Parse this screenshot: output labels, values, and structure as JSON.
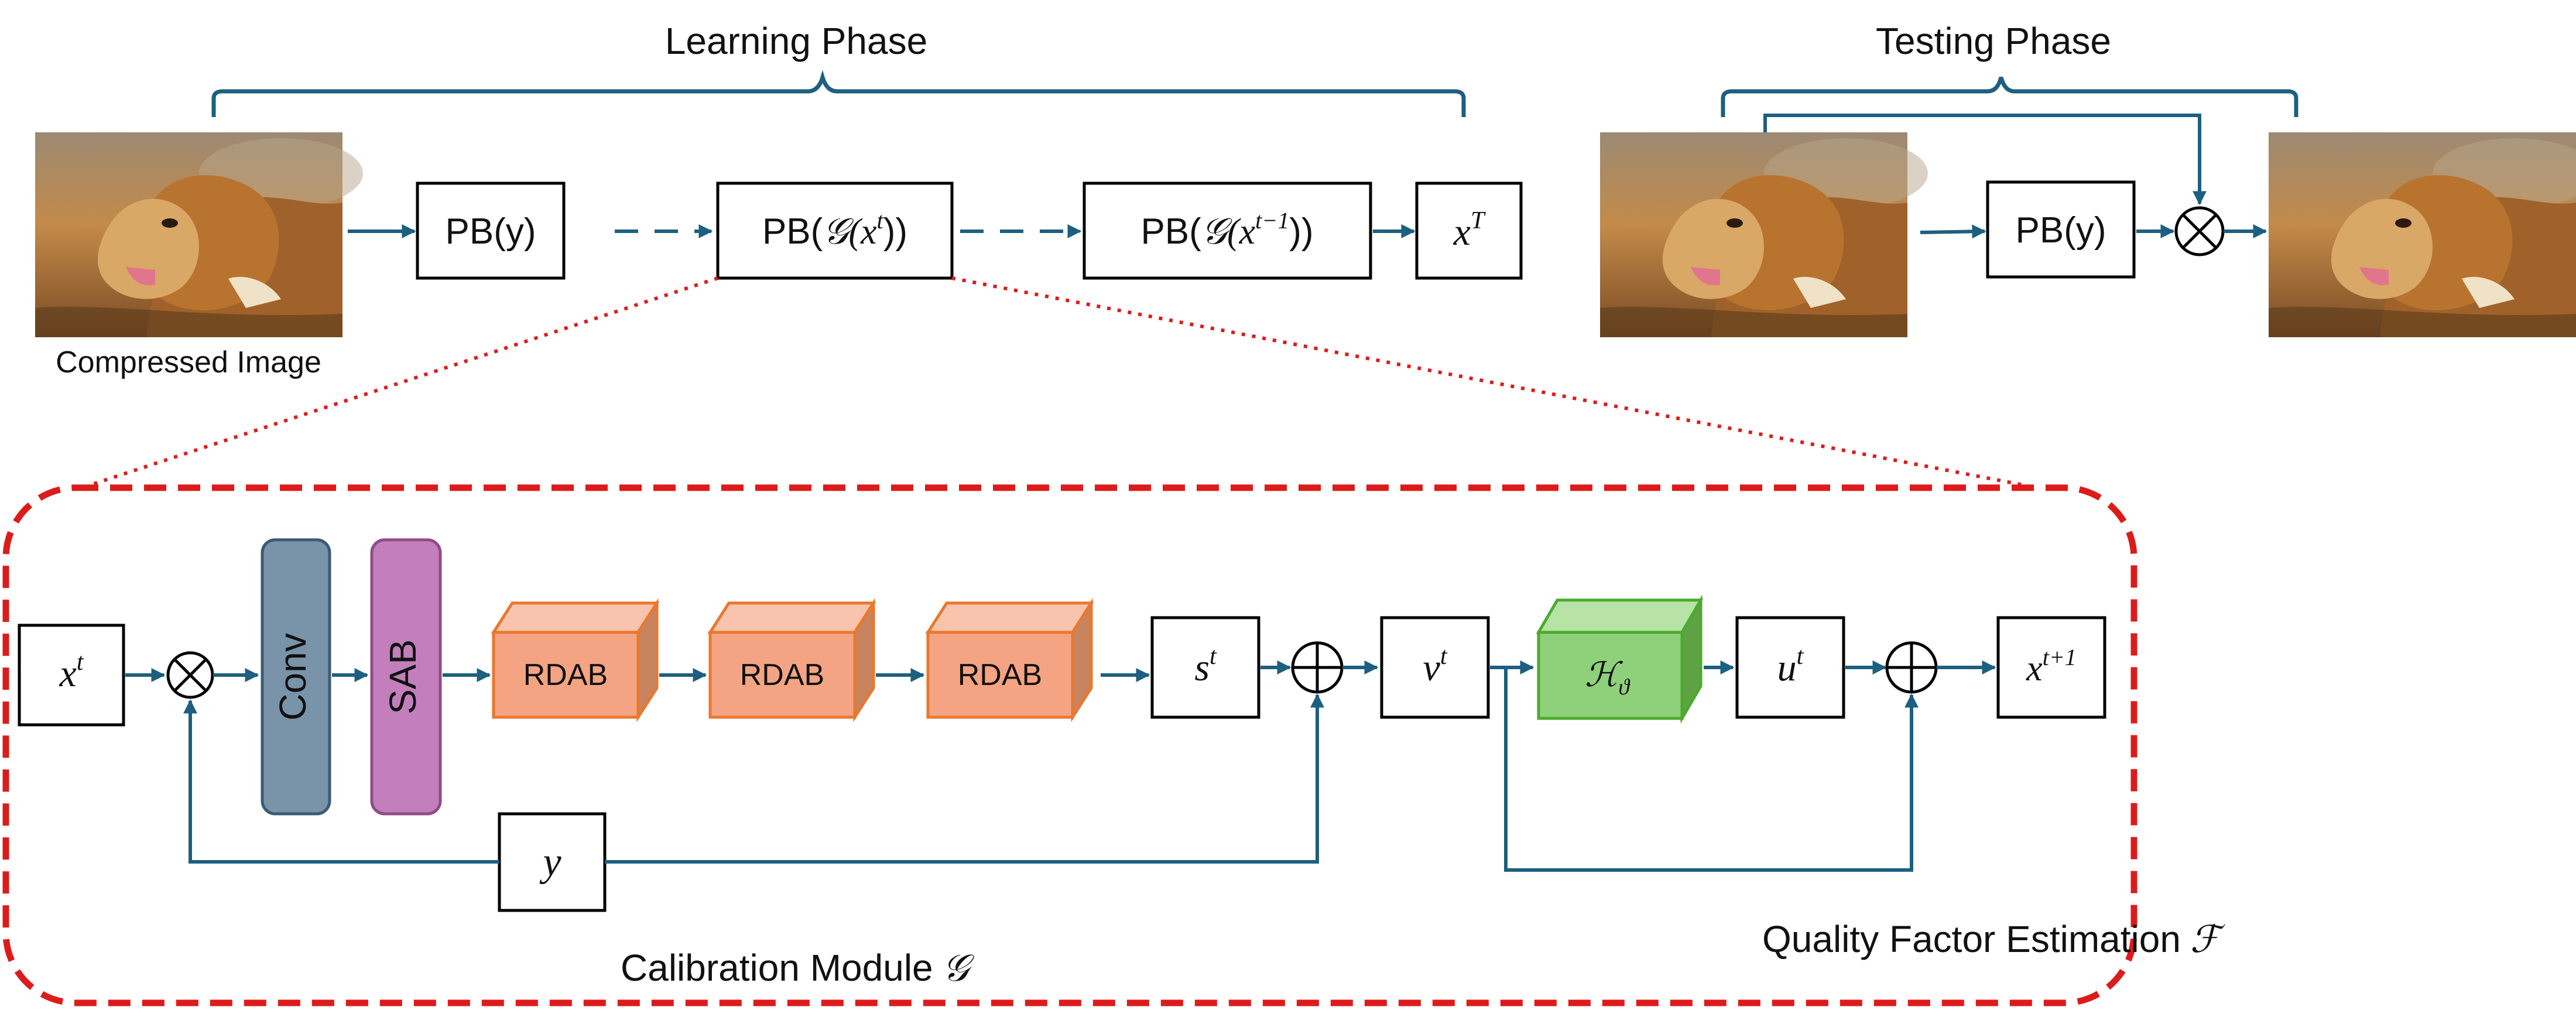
{
  "phases": {
    "learning": "Learning Phase",
    "testing": "Testing Phase"
  },
  "captions": {
    "compressed_image": "Compressed Image",
    "calibration": "Calibration Module",
    "calibration_symbol": "𝒢",
    "quality": "Quality Factor Estimation",
    "quality_symbol": "ℱ"
  },
  "learning_chain": {
    "pb_y": "PB(y)",
    "pb_g_prefix": "PB(",
    "pb_g_x": "𝒢(x",
    "pb_g_sup": "t",
    "pb_g_suffix": "))",
    "pb_g2_x": "𝒢(x",
    "pb_g2_sup": "t−1",
    "pb_g2_suffix": "))",
    "out_x": "x",
    "out_sup": "T"
  },
  "testing_chain": {
    "pb_y": "PB(y)"
  },
  "module": {
    "in_x": "x",
    "in_sup": "t",
    "conv": "Conv",
    "sab": "SAB",
    "rdab": [
      "RDAB",
      "RDAB",
      "RDAB"
    ],
    "s": "s",
    "s_sup": "t",
    "v": "v",
    "v_sup": "t",
    "h": "ℋ",
    "h_sub": "ϑ",
    "u": "u",
    "u_sup": "t",
    "out_x": "x",
    "out_sup": "t+1",
    "y": "y"
  },
  "colors": {
    "flow": "#1d5f80",
    "conv_fill": "#7993a8",
    "sab_fill": "#c27fbb",
    "rdab_fill": "#f4a483",
    "rdab_edge": "#e9782f",
    "h_fill": "#8fd07a",
    "h_edge": "#4caa2e",
    "zoom": "#dd1b1b"
  }
}
